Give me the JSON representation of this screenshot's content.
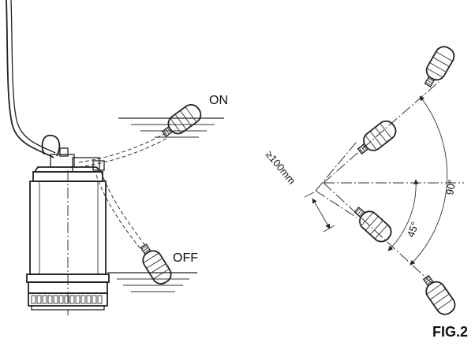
{
  "labels": {
    "on": "ON",
    "off": "OFF",
    "distance": "≥100mm",
    "angle_small": "45°",
    "angle_large": "90°",
    "figure": "FIG.2"
  },
  "colors": {
    "line": "#222222",
    "background": "#ffffff"
  }
}
